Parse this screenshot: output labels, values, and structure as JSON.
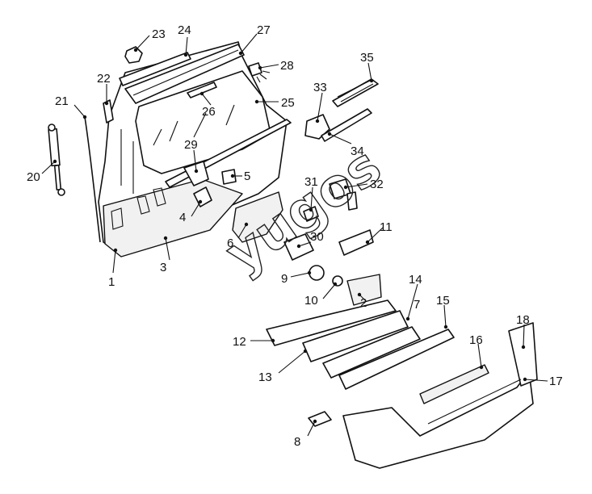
{
  "diagram": {
    "callouts": [
      "1",
      "2",
      "3",
      "4",
      "5",
      "6",
      "7",
      "8",
      "9",
      "10",
      "11",
      "12",
      "13",
      "14",
      "15",
      "16",
      "17",
      "18",
      "20",
      "21",
      "22",
      "23",
      "24",
      "25",
      "26",
      "27",
      "28",
      "29",
      "30",
      "31",
      "32",
      "33",
      "34",
      "35"
    ],
    "watermark": "yugos"
  }
}
